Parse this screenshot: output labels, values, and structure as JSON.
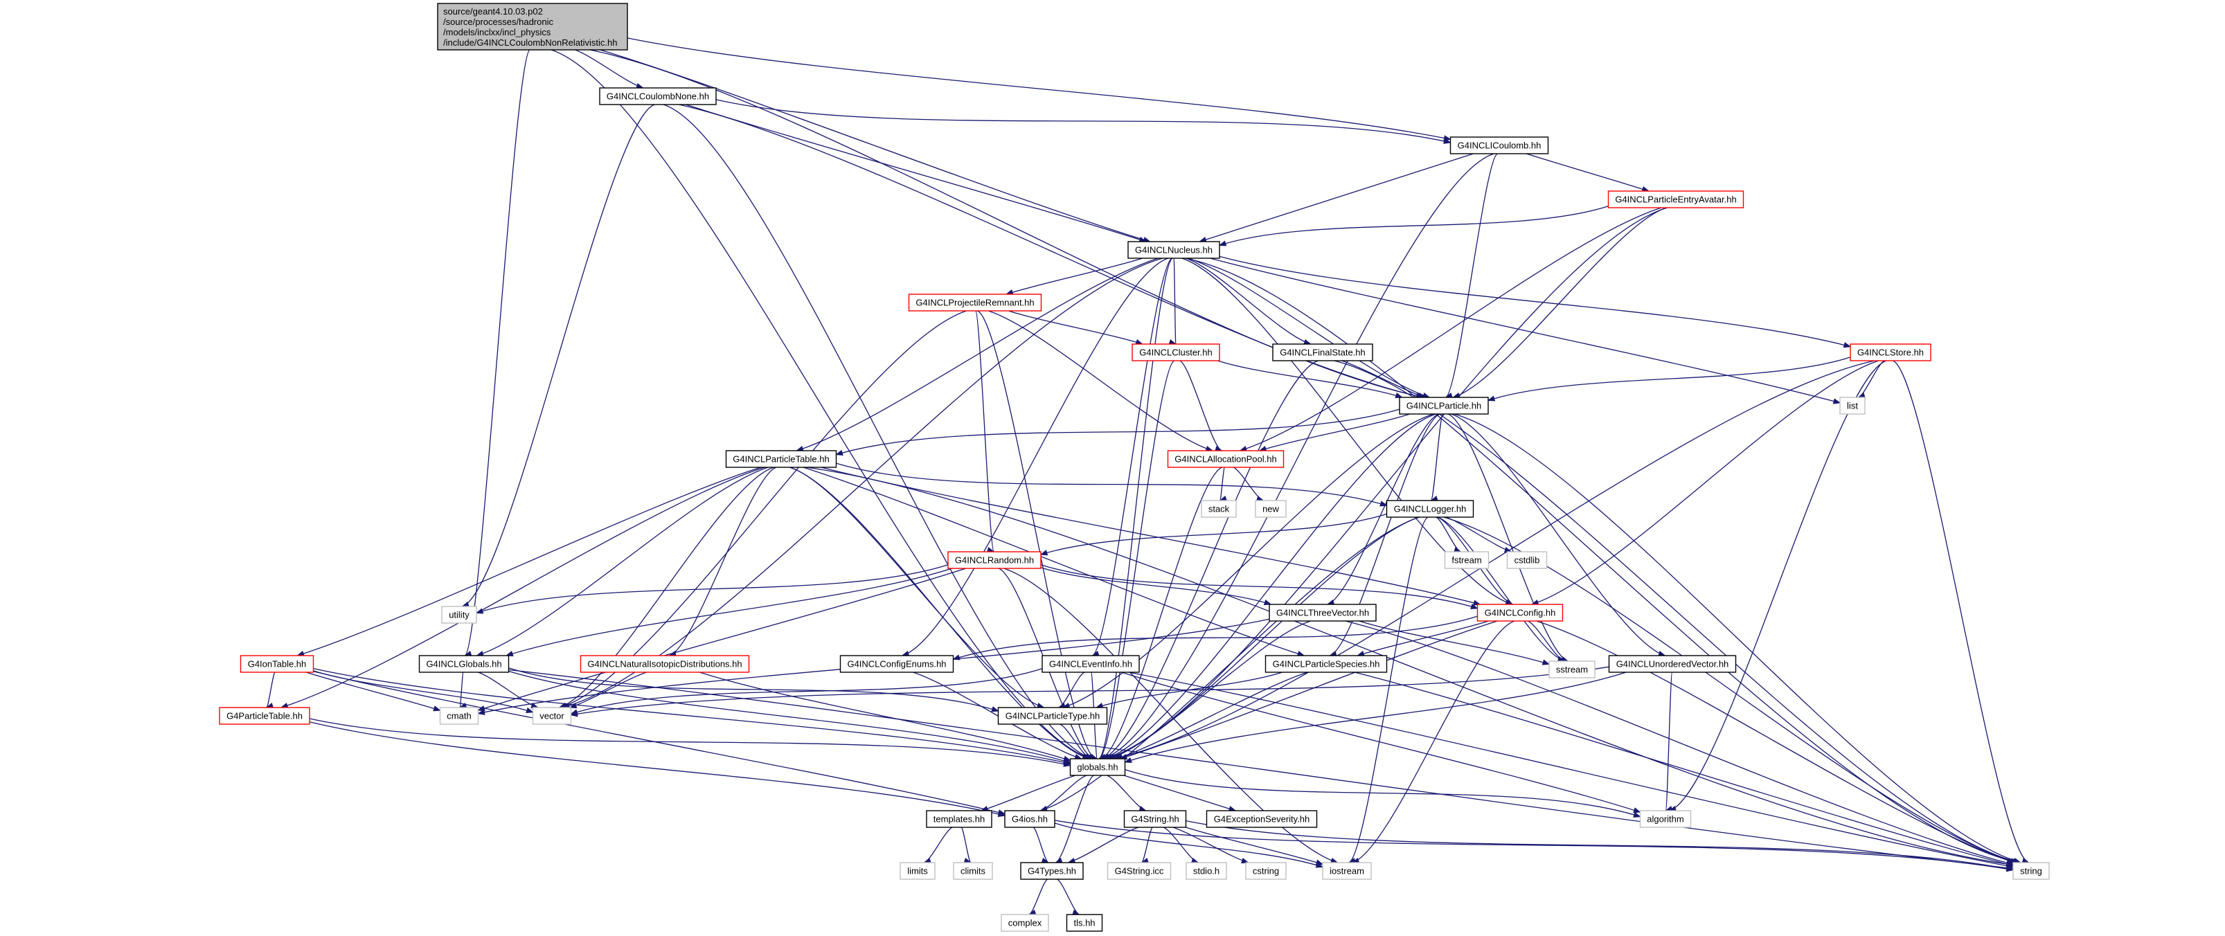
{
  "diagram": {
    "root_label_lines": [
      "source/geant4.10.03.p02",
      "/source/processes/hadronic",
      "/models/inclxx/incl_physics",
      "/include/G4INCLCoulombNonRelativistic.hh"
    ],
    "colors": {
      "edge": "#191970",
      "root_fill": "#bfbfbf",
      "documented_border": "#000000",
      "truncated_border": "#ff0000",
      "undocumented_border": "#bfbfbf",
      "text": "#000000"
    },
    "nodes": [
      {
        "id": "n_none",
        "label": "G4INCLCoulombNone.hh",
        "kind": "documented"
      },
      {
        "id": "n_icoul",
        "label": "G4INCLICoulomb.hh",
        "kind": "documented"
      },
      {
        "id": "n_pea",
        "label": "G4INCLParticleEntryAvatar.hh",
        "kind": "truncated"
      },
      {
        "id": "n_nucleus",
        "label": "G4INCLNucleus.hh",
        "kind": "documented"
      },
      {
        "id": "n_projrem",
        "label": "G4INCLProjectileRemnant.hh",
        "kind": "truncated"
      },
      {
        "id": "n_cluster",
        "label": "G4INCLCluster.hh",
        "kind": "truncated"
      },
      {
        "id": "n_finalstate",
        "label": "G4INCLFinalState.hh",
        "kind": "documented"
      },
      {
        "id": "n_store",
        "label": "G4INCLStore.hh",
        "kind": "truncated"
      },
      {
        "id": "n_particle",
        "label": "G4INCLParticle.hh",
        "kind": "documented"
      },
      {
        "id": "n_list",
        "label": "list",
        "kind": "undocumented"
      },
      {
        "id": "n_ptable",
        "label": "G4INCLParticleTable.hh",
        "kind": "documented"
      },
      {
        "id": "n_alloc",
        "label": "G4INCLAllocationPool.hh",
        "kind": "truncated"
      },
      {
        "id": "n_stack",
        "label": "stack",
        "kind": "undocumented"
      },
      {
        "id": "n_new",
        "label": "new",
        "kind": "undocumented"
      },
      {
        "id": "n_logger",
        "label": "G4INCLLogger.hh",
        "kind": "documented"
      },
      {
        "id": "n_fstream",
        "label": "fstream",
        "kind": "undocumented"
      },
      {
        "id": "n_cstdlib",
        "label": "cstdlib",
        "kind": "undocumented"
      },
      {
        "id": "n_random",
        "label": "G4INCLRandom.hh",
        "kind": "truncated"
      },
      {
        "id": "n_utility",
        "label": "utility",
        "kind": "undocumented"
      },
      {
        "id": "n_threevec",
        "label": "G4INCLThreeVector.hh",
        "kind": "documented"
      },
      {
        "id": "n_config",
        "label": "G4INCLConfig.hh",
        "kind": "truncated"
      },
      {
        "id": "n_sstream",
        "label": "sstream",
        "kind": "undocumented"
      },
      {
        "id": "n_iontable",
        "label": "G4IonTable.hh",
        "kind": "truncated"
      },
      {
        "id": "n_globals",
        "label": "G4INCLGlobals.hh",
        "kind": "documented"
      },
      {
        "id": "n_natiso",
        "label": "G4INCLNaturalIsotopicDistributions.hh",
        "kind": "truncated"
      },
      {
        "id": "n_cfgenums",
        "label": "G4INCLConfigEnums.hh",
        "kind": "documented"
      },
      {
        "id": "n_eventinfo",
        "label": "G4INCLEventInfo.hh",
        "kind": "documented"
      },
      {
        "id": "n_pspecies",
        "label": "G4INCLParticleSpecies.hh",
        "kind": "documented"
      },
      {
        "id": "n_unordered",
        "label": "G4INCLUnorderedVector.hh",
        "kind": "documented"
      },
      {
        "id": "n_g4ptable",
        "label": "G4ParticleTable.hh",
        "kind": "truncated"
      },
      {
        "id": "n_cmath",
        "label": "cmath",
        "kind": "undocumented"
      },
      {
        "id": "n_vector",
        "label": "vector",
        "kind": "undocumented"
      },
      {
        "id": "n_ptype",
        "label": "G4INCLParticleType.hh",
        "kind": "documented"
      },
      {
        "id": "n_globalshh",
        "label": "globals.hh",
        "kind": "documented"
      },
      {
        "id": "n_templates",
        "label": "templates.hh",
        "kind": "documented"
      },
      {
        "id": "n_g4ios",
        "label": "G4ios.hh",
        "kind": "documented"
      },
      {
        "id": "n_g4string",
        "label": "G4String.hh",
        "kind": "documented"
      },
      {
        "id": "n_g4exc",
        "label": "G4ExceptionSeverity.hh",
        "kind": "documented"
      },
      {
        "id": "n_algorithm",
        "label": "algorithm",
        "kind": "undocumented"
      },
      {
        "id": "n_limits",
        "label": "limits",
        "kind": "undocumented"
      },
      {
        "id": "n_climits",
        "label": "climits",
        "kind": "undocumented"
      },
      {
        "id": "n_g4types",
        "label": "G4Types.hh",
        "kind": "documented"
      },
      {
        "id": "n_g4stricc",
        "label": "G4String.icc",
        "kind": "undocumented"
      },
      {
        "id": "n_stdio",
        "label": "stdio.h",
        "kind": "undocumented"
      },
      {
        "id": "n_cstring",
        "label": "cstring",
        "kind": "undocumented"
      },
      {
        "id": "n_iostream",
        "label": "iostream",
        "kind": "undocumented"
      },
      {
        "id": "n_string",
        "label": "string",
        "kind": "undocumented"
      },
      {
        "id": "n_complex",
        "label": "complex",
        "kind": "undocumented"
      },
      {
        "id": "n_tls",
        "label": "tls.hh",
        "kind": "documented"
      }
    ],
    "edges": [
      [
        "root",
        "n_none"
      ],
      [
        "root",
        "n_icoul"
      ],
      [
        "root",
        "n_nucleus"
      ],
      [
        "root",
        "n_particle"
      ],
      [
        "root",
        "n_globals"
      ],
      [
        "root",
        "n_globalshh"
      ],
      [
        "n_none",
        "n_icoul"
      ],
      [
        "n_none",
        "n_nucleus"
      ],
      [
        "n_none",
        "n_particle"
      ],
      [
        "n_none",
        "n_utility"
      ],
      [
        "n_none",
        "n_globalshh"
      ],
      [
        "n_icoul",
        "n_pea"
      ],
      [
        "n_icoul",
        "n_nucleus"
      ],
      [
        "n_icoul",
        "n_particle"
      ],
      [
        "n_icoul",
        "n_globalshh"
      ],
      [
        "n_pea",
        "n_nucleus"
      ],
      [
        "n_pea",
        "n_particle"
      ],
      [
        "n_pea",
        "n_alloc"
      ],
      [
        "n_pea",
        "n_globalshh"
      ],
      [
        "n_nucleus",
        "n_projrem"
      ],
      [
        "n_nucleus",
        "n_cluster"
      ],
      [
        "n_nucleus",
        "n_finalstate"
      ],
      [
        "n_nucleus",
        "n_store"
      ],
      [
        "n_nucleus",
        "n_particle"
      ],
      [
        "n_nucleus",
        "n_list"
      ],
      [
        "n_nucleus",
        "n_ptable"
      ],
      [
        "n_nucleus",
        "n_cfgenums"
      ],
      [
        "n_nucleus",
        "n_eventinfo"
      ],
      [
        "n_nucleus",
        "n_config"
      ],
      [
        "n_nucleus",
        "n_vector"
      ],
      [
        "n_nucleus",
        "n_string"
      ],
      [
        "n_nucleus",
        "n_globalshh"
      ],
      [
        "n_projrem",
        "n_cluster"
      ],
      [
        "n_projrem",
        "n_alloc"
      ],
      [
        "n_projrem",
        "n_random"
      ],
      [
        "n_projrem",
        "n_vector"
      ],
      [
        "n_projrem",
        "n_globalshh"
      ],
      [
        "n_cluster",
        "n_particle"
      ],
      [
        "n_cluster",
        "n_alloc"
      ],
      [
        "n_cluster",
        "n_globalshh"
      ],
      [
        "n_finalstate",
        "n_particle"
      ],
      [
        "n_finalstate",
        "n_string"
      ],
      [
        "n_finalstate",
        "n_globalshh"
      ],
      [
        "n_store",
        "n_particle"
      ],
      [
        "n_store",
        "n_list"
      ],
      [
        "n_store",
        "n_config"
      ],
      [
        "n_store",
        "n_string"
      ],
      [
        "n_store",
        "n_algorithm"
      ],
      [
        "n_store",
        "n_globalshh"
      ],
      [
        "n_particle",
        "n_ptable"
      ],
      [
        "n_particle",
        "n_alloc"
      ],
      [
        "n_particle",
        "n_logger"
      ],
      [
        "n_particle",
        "n_threevec"
      ],
      [
        "n_particle",
        "n_pspecies"
      ],
      [
        "n_particle",
        "n_unordered"
      ],
      [
        "n_particle",
        "n_ptype"
      ],
      [
        "n_particle",
        "n_sstream"
      ],
      [
        "n_particle",
        "n_string"
      ],
      [
        "n_particle",
        "n_globalshh"
      ],
      [
        "n_alloc",
        "n_stack"
      ],
      [
        "n_alloc",
        "n_new"
      ],
      [
        "n_alloc",
        "n_globalshh"
      ],
      [
        "n_ptable",
        "n_logger"
      ],
      [
        "n_ptable",
        "n_config"
      ],
      [
        "n_ptable",
        "n_globals"
      ],
      [
        "n_ptable",
        "n_iontable"
      ],
      [
        "n_ptable",
        "n_g4ptable"
      ],
      [
        "n_ptable",
        "n_natiso"
      ],
      [
        "n_ptable",
        "n_pspecies"
      ],
      [
        "n_ptable",
        "n_ptype"
      ],
      [
        "n_ptable",
        "n_vector"
      ],
      [
        "n_ptable",
        "n_string"
      ],
      [
        "n_ptable",
        "n_globalshh"
      ],
      [
        "n_logger",
        "n_random"
      ],
      [
        "n_logger",
        "n_fstream"
      ],
      [
        "n_logger",
        "n_cstdlib"
      ],
      [
        "n_logger",
        "n_config"
      ],
      [
        "n_logger",
        "n_sstream"
      ],
      [
        "n_logger",
        "n_string"
      ],
      [
        "n_logger",
        "n_iostream"
      ],
      [
        "n_logger",
        "n_globalshh"
      ],
      [
        "n_logger",
        "n_g4ios"
      ],
      [
        "n_random",
        "n_utility"
      ],
      [
        "n_random",
        "n_threevec"
      ],
      [
        "n_random",
        "n_config"
      ],
      [
        "n_random",
        "n_globals"
      ],
      [
        "n_random",
        "n_cmath"
      ],
      [
        "n_random",
        "n_iostream"
      ],
      [
        "n_random",
        "n_globalshh"
      ],
      [
        "n_threevec",
        "n_sstream"
      ],
      [
        "n_threevec",
        "n_string"
      ],
      [
        "n_threevec",
        "n_cmath"
      ],
      [
        "n_threevec",
        "n_globalshh"
      ],
      [
        "n_config",
        "n_pspecies"
      ],
      [
        "n_config",
        "n_cfgenums"
      ],
      [
        "n_config",
        "n_sstream"
      ],
      [
        "n_config",
        "n_string"
      ],
      [
        "n_config",
        "n_iostream"
      ],
      [
        "n_config",
        "n_globalshh"
      ],
      [
        "n_iontable",
        "n_g4ptable"
      ],
      [
        "n_iontable",
        "n_cmath"
      ],
      [
        "n_iontable",
        "n_vector"
      ],
      [
        "n_iontable",
        "n_globalshh"
      ],
      [
        "n_iontable",
        "n_g4ios"
      ],
      [
        "n_g4ptable",
        "n_globalshh"
      ],
      [
        "n_g4ptable",
        "n_g4ios"
      ],
      [
        "n_globals",
        "n_ptype"
      ],
      [
        "n_globals",
        "n_cmath"
      ],
      [
        "n_globals",
        "n_vector"
      ],
      [
        "n_globals",
        "n_string"
      ],
      [
        "n_globals",
        "n_globalshh"
      ],
      [
        "n_natiso",
        "n_vector"
      ],
      [
        "n_natiso",
        "n_globalshh"
      ],
      [
        "n_cfgenums",
        "n_globalshh"
      ],
      [
        "n_eventinfo",
        "n_ptype"
      ],
      [
        "n_eventinfo",
        "n_vector"
      ],
      [
        "n_eventinfo",
        "n_algorithm"
      ],
      [
        "n_eventinfo",
        "n_string"
      ],
      [
        "n_eventinfo",
        "n_globalshh"
      ],
      [
        "n_pspecies",
        "n_ptype"
      ],
      [
        "n_pspecies",
        "n_string"
      ],
      [
        "n_pspecies",
        "n_globalshh"
      ],
      [
        "n_unordered",
        "n_vector"
      ],
      [
        "n_unordered",
        "n_algorithm"
      ],
      [
        "n_unordered",
        "n_globalshh"
      ],
      [
        "n_ptype",
        "n_globalshh"
      ],
      [
        "n_globalshh",
        "n_templates"
      ],
      [
        "n_globalshh",
        "n_g4ios"
      ],
      [
        "n_globalshh",
        "n_g4string"
      ],
      [
        "n_globalshh",
        "n_g4exc"
      ],
      [
        "n_globalshh",
        "n_algorithm"
      ],
      [
        "n_globalshh",
        "n_g4types"
      ],
      [
        "n_templates",
        "n_limits"
      ],
      [
        "n_templates",
        "n_climits"
      ],
      [
        "n_g4ios",
        "n_g4types"
      ],
      [
        "n_g4ios",
        "n_iostream"
      ],
      [
        "n_g4ios",
        "n_string"
      ],
      [
        "n_g4string",
        "n_g4types"
      ],
      [
        "n_g4string",
        "n_g4stricc"
      ],
      [
        "n_g4string",
        "n_stdio"
      ],
      [
        "n_g4string",
        "n_cstring"
      ],
      [
        "n_g4string",
        "n_iostream"
      ],
      [
        "n_g4string",
        "n_string"
      ],
      [
        "n_g4types",
        "n_complex"
      ],
      [
        "n_g4types",
        "n_tls"
      ]
    ]
  }
}
